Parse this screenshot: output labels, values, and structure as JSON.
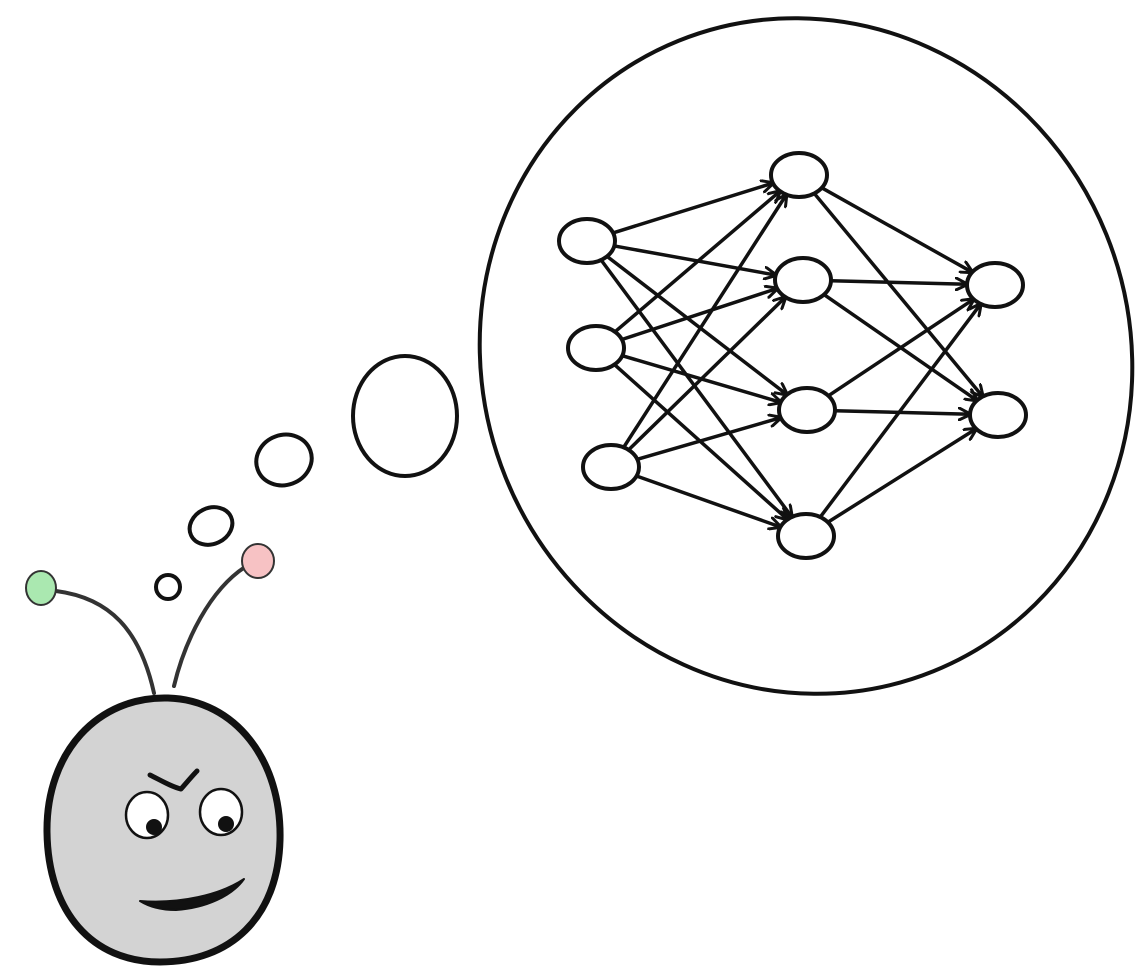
{
  "illustration": {
    "subject": "cartoon-creature",
    "thought": "neural-network",
    "colors": {
      "ink": "#111111",
      "head_fill": "#d3d3d3",
      "background": "#ffffff",
      "antenna_left_ball": "#aae8b0",
      "antenna_right_ball": "#f7c2c4",
      "eye_white": "#ffffff",
      "pupil": "#111111",
      "node_fill": "#ffffff"
    }
  },
  "network": {
    "layers": [
      {
        "name": "input",
        "nodes": 3
      },
      {
        "name": "hidden",
        "nodes": 4
      },
      {
        "name": "output",
        "nodes": 2
      }
    ],
    "connectivity": "fully-connected",
    "edge_direction": "forward"
  },
  "thought_bubble": {
    "trail_bubbles": 4
  }
}
